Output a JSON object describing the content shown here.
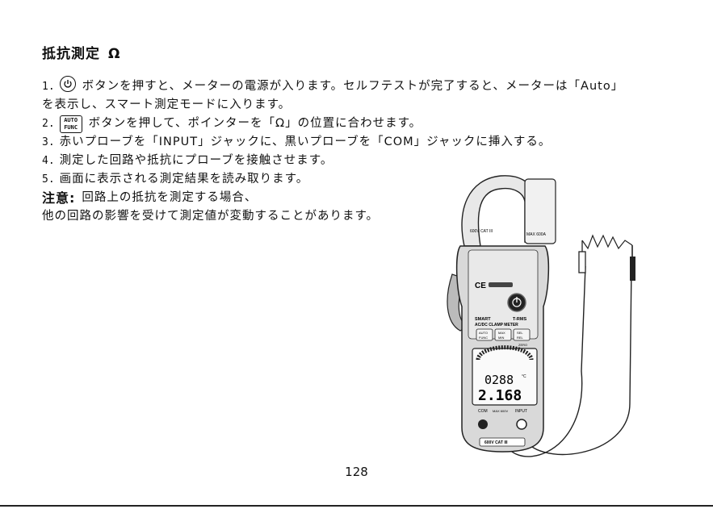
{
  "title": {
    "text": "抵抗測定",
    "symbol": "Ω"
  },
  "steps": [
    {
      "num": "1.",
      "text": "ボタンを押すと、メーターの電源が入ります。セルフテストが完了すると、メーターは「Auto」"
    },
    {
      "num": "",
      "text": "を表示し、スマート測定モードに入ります。"
    },
    {
      "num": "2.",
      "icon_top": "AUTO",
      "icon_bottom": "FUNC",
      "text": "ボタンを押して、ポインターを「Ω」の位置に合わせます。"
    },
    {
      "num": "3.",
      "text": "赤いプローブを「INPUT」ジャックに、黒いプローブを「COM」ジャックに挿入する。"
    },
    {
      "num": "4.",
      "text": "測定した回路や抵抗にプローブを接触させます。"
    },
    {
      "num": "5.",
      "text": "画面に表示される測定結果を読み取ります。"
    }
  ],
  "note": {
    "label": "注意:",
    "line1": "回路上の抵抗を測定する場合、",
    "line2": "他の回路の影響を受けて測定値が変動することがあります。"
  },
  "meter": {
    "brand_line1": "SMART",
    "brand_line1b": "T-RMS",
    "brand_line2": "AC/DC CLAMP METER",
    "btn1_top": "AUTO",
    "btn1_bottom": "FUNC",
    "btn2_top": "MAX",
    "btn2_bottom": "MIN",
    "btn3_top": "SEL",
    "btn3_bottom": "REL",
    "zero": "ZERO",
    "reading_top": "0288",
    "reading_unit": "°C",
    "reading_main": "2.168",
    "com_label": "COM",
    "input_label": "INPUT",
    "max_label": "MAX 600V",
    "cat_label": "600V CAT III",
    "jaw_cat": "600V CAT III",
    "jaw_max": "MAX 600A"
  },
  "page_number": "128"
}
